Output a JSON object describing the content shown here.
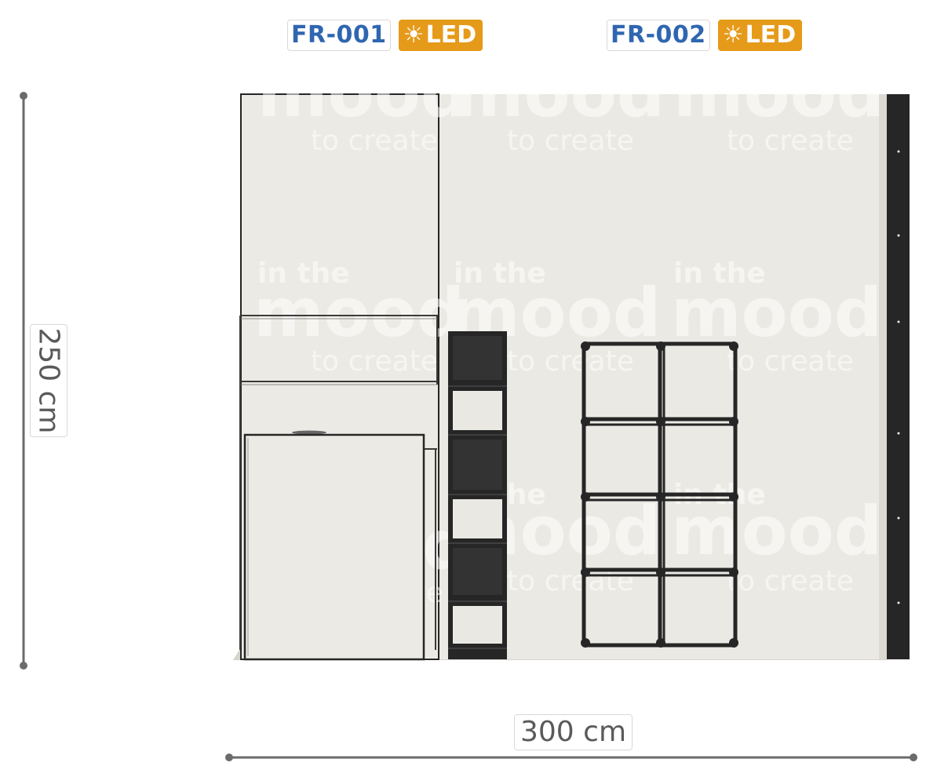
{
  "frames": [
    {
      "code": "FR-001",
      "badge": "LED",
      "badge_icon": "sun-icon",
      "badge_color": "#e59a19"
    },
    {
      "code": "FR-002",
      "badge": "LED",
      "badge_icon": "sun-icon",
      "badge_color": "#e59a19"
    }
  ],
  "dimensions": {
    "width": "300 cm",
    "height": "250 cm"
  },
  "watermark": {
    "line1": "in the",
    "line2": "mood",
    "line3": "to create"
  },
  "colors": {
    "code_text": "#2f66b0",
    "wall": "#eae9e4",
    "frame": "#262626",
    "dimension_line": "#6b6b6b"
  }
}
